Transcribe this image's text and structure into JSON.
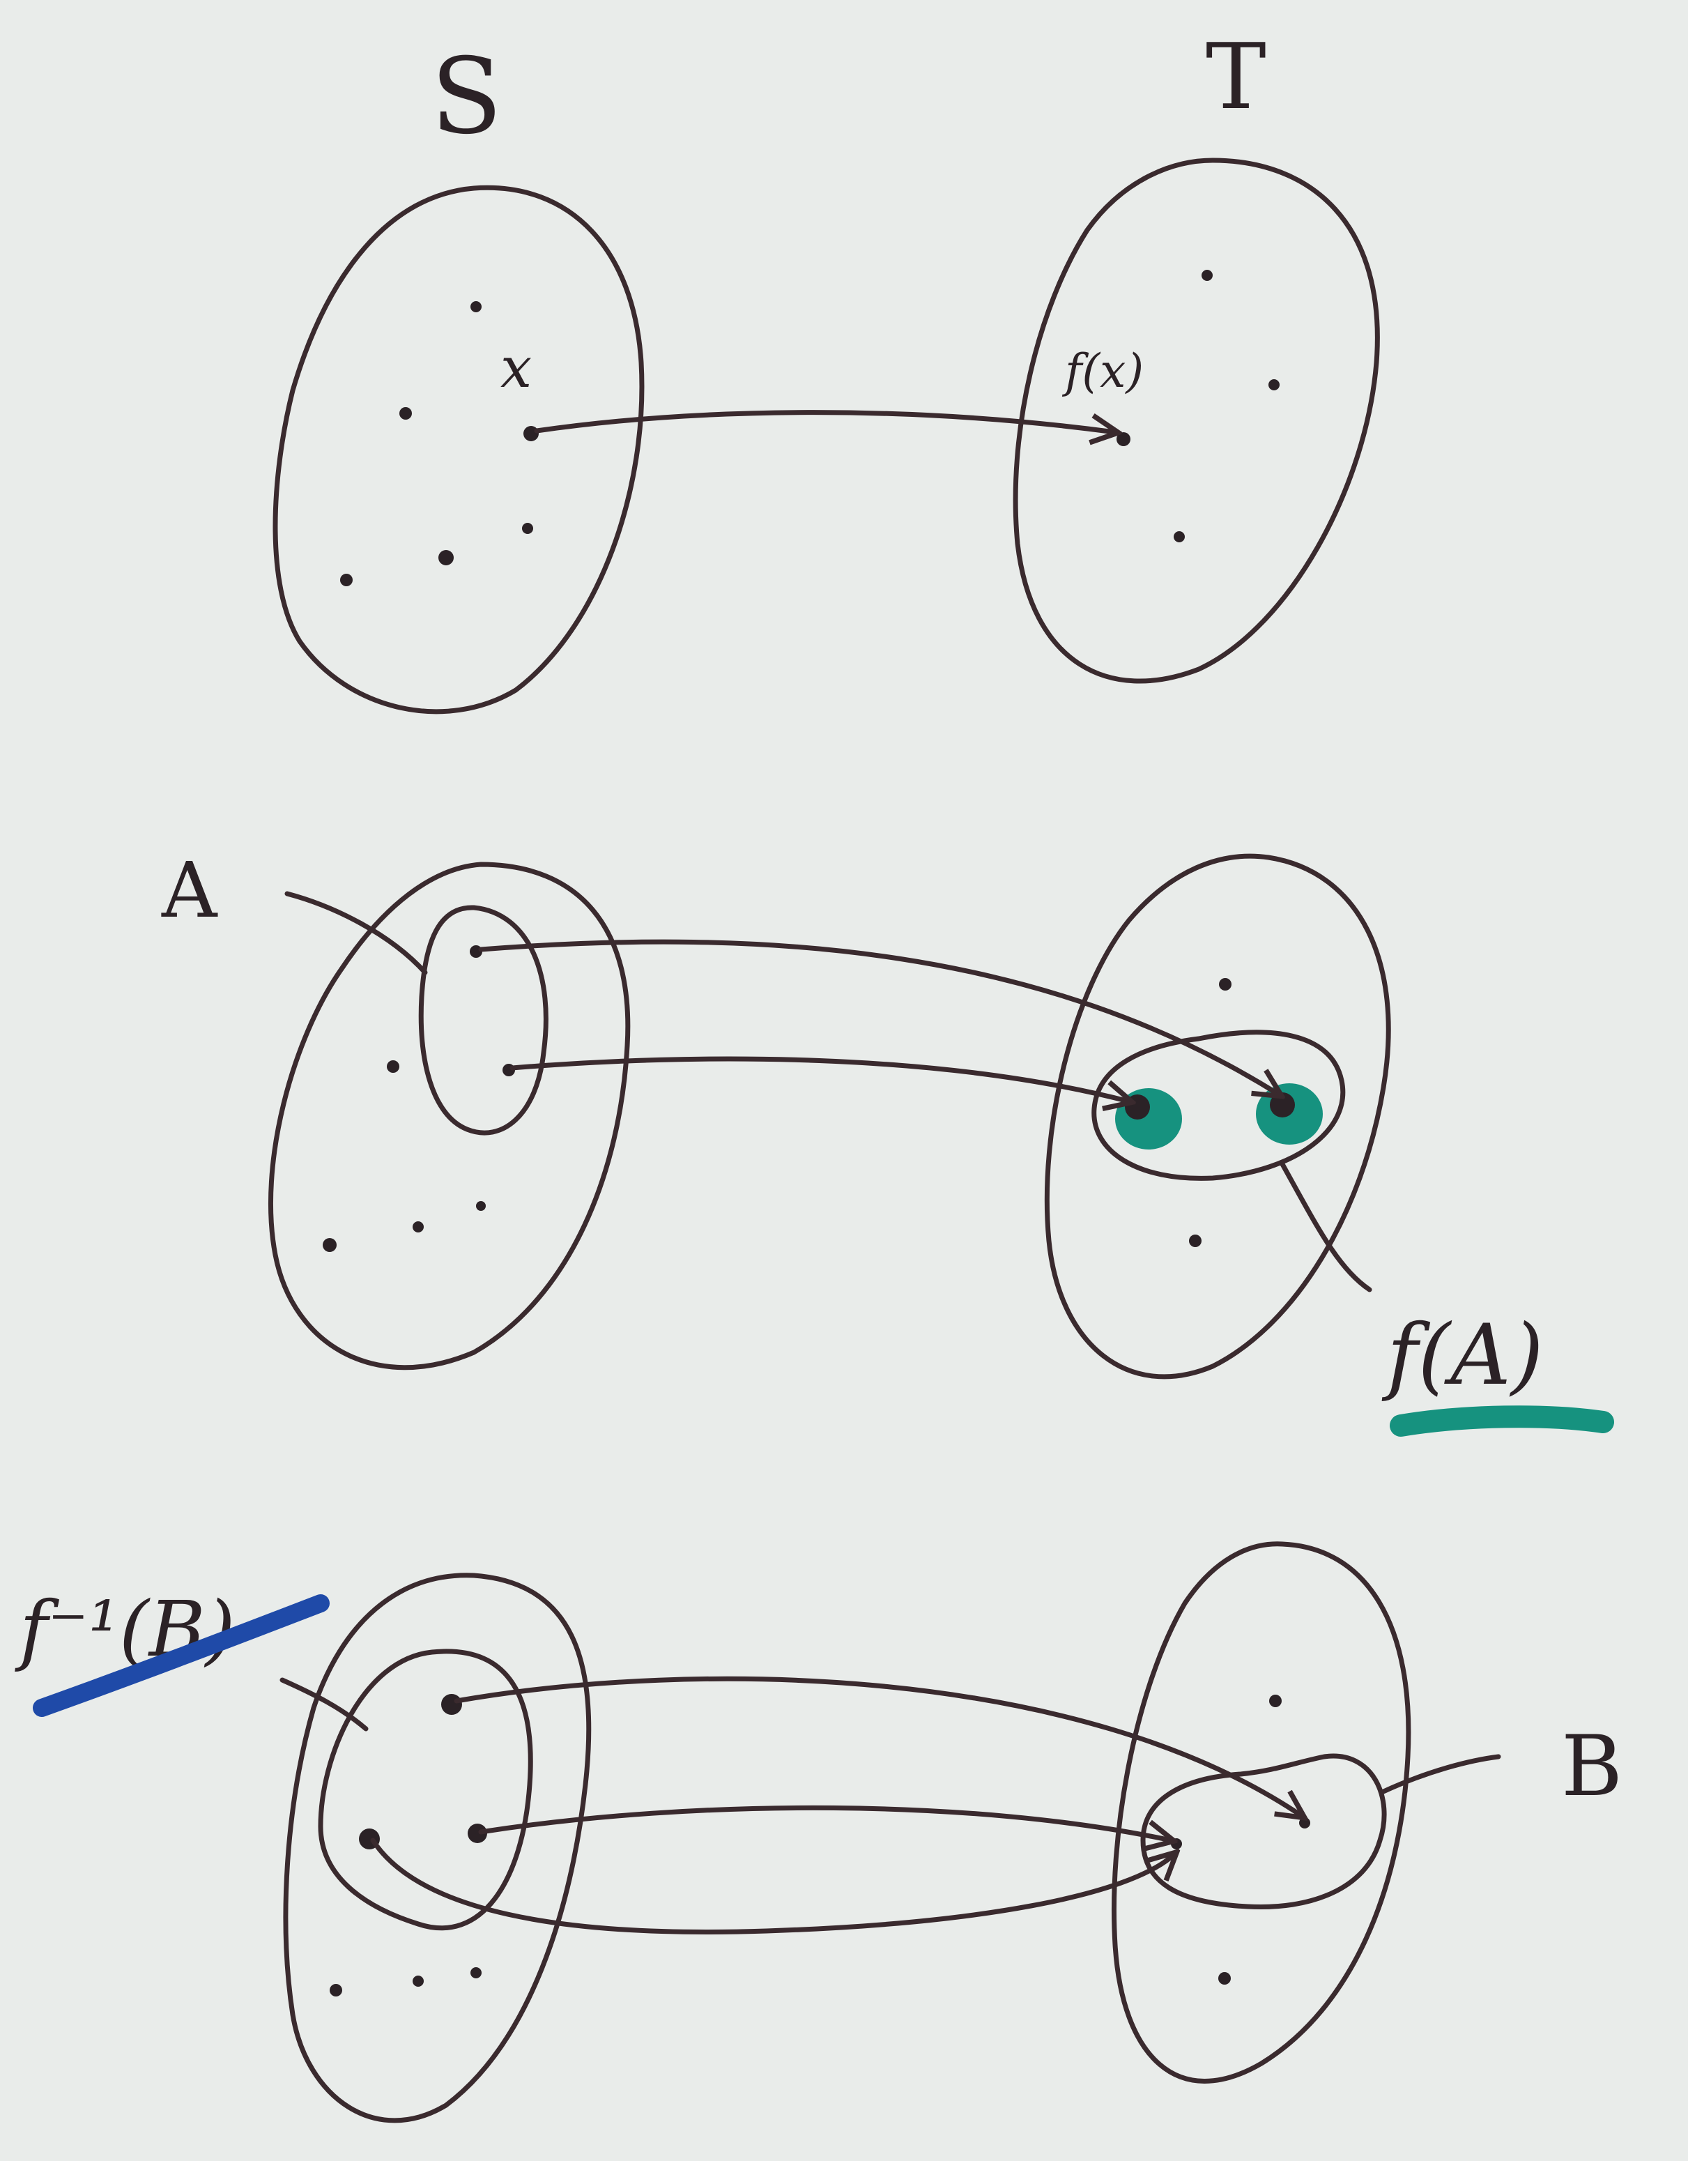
{
  "labels": {
    "set_s": "S",
    "set_t": "T",
    "element_x": "x",
    "image_fx": "f(x)",
    "subset_a": "A",
    "image_fa": "f(A)",
    "preimage": "f⁻¹(B)",
    "subset_b": "B"
  },
  "colors": {
    "ink": "#3a2a2e",
    "teal_highlight": "#16927f",
    "blue_underline": "#1f4aa8",
    "paper": "#e9ecea"
  }
}
